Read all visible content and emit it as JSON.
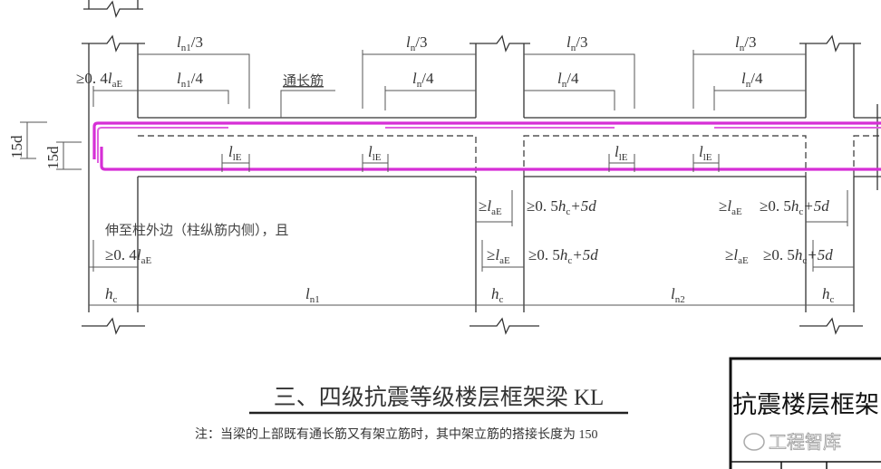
{
  "colors": {
    "rebar": "#d62fd6",
    "line": "#333333"
  },
  "labels": {
    "ln1_3": {
      "main": "l",
      "sub": "n1",
      "suffix": "/3"
    },
    "ln1_4": {
      "main": "l",
      "sub": "n1",
      "suffix": "/4"
    },
    "ln_3": {
      "main": "l",
      "sub": "n",
      "suffix": "/3"
    },
    "ln_4": {
      "main": "l",
      "sub": "n",
      "suffix": "/4"
    },
    "anchor_top": {
      "prefix": "≥0. 4",
      "main": "l",
      "sub": "aE"
    },
    "continuous_bar": "通长筋",
    "lle": {
      "main": "l",
      "sub": "lE"
    },
    "d15": "15d",
    "extend_note": "伸至柱外边（柱纵筋内侧），且",
    "anchor_bottom": {
      "prefix": "≥0. 4",
      "main": "l",
      "sub": "aE"
    },
    "lae": {
      "prefix": "≥",
      "main": "l",
      "sub": "aE"
    },
    "half_hc": {
      "prefix": "≥0. 5",
      "main": "h",
      "sub": "c",
      "suffix": "+5d"
    },
    "hc": {
      "main": "h",
      "sub": "c"
    },
    "ln1": {
      "main": "l",
      "sub": "n1"
    },
    "ln2": {
      "main": "l",
      "sub": "n2"
    }
  },
  "title": "三、四级抗震等级楼层框架梁 KL",
  "note": "注：当梁的上部既有通长筋又有架立筋时，其中架立筋的搭接长度为 150",
  "side_box_title": "抗震楼层框架",
  "watermark": "工程智库"
}
